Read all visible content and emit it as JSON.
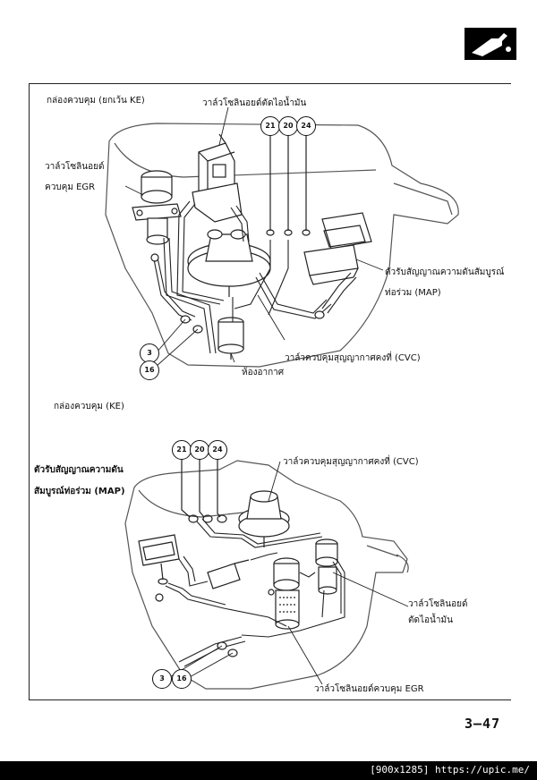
{
  "sections": {
    "top_title": "กล่องควบคุม (ยกเว้น KE)",
    "bottom_title": "กล่องควบคุม (KE)"
  },
  "top_labels": {
    "fuel_cut_solenoid": "วาล์วโซลินอยด์ตัดไอน้ำมัน",
    "egr_solenoid_line1": "วาล์วโซลินอยด์",
    "egr_solenoid_line2": "ควบคุม EGR",
    "map_sensor_line1": "ตัวรับสัญญาณความดันสัมบูรณ์",
    "map_sensor_line2": "ท่อร่วม (MAP)",
    "cvc_valve": "วาล์วควบคุมสุญญากาศคงที่ (CVC)",
    "air_chamber": "ห้องอากาศ"
  },
  "bottom_labels": {
    "map_sensor_line1": "ตัวรับสัญญาณความดัน",
    "map_sensor_line2": "สัมบูรณ์ท่อร่วม (MAP)",
    "cvc_valve": "วาล์วควบคุมสุญญากาศคงที่ (CVC)",
    "fuel_cut_line1": "วาล์วโซลินอยด์",
    "fuel_cut_line2": "ตัดไอน้ำมัน",
    "egr_solenoid": "วาล์วโซลินอยด์ควบคุม EGR"
  },
  "hose_tags": {
    "top": [
      "21",
      "20",
      "24"
    ],
    "top_left": [
      "3",
      "16"
    ],
    "bottom": [
      "21",
      "20",
      "24"
    ],
    "bottom_left": [
      "3",
      "16"
    ]
  },
  "page_number": "3–47",
  "footer": "[900x1285] https://upic.me/",
  "section_icon": "fuel-nozzle-icon"
}
